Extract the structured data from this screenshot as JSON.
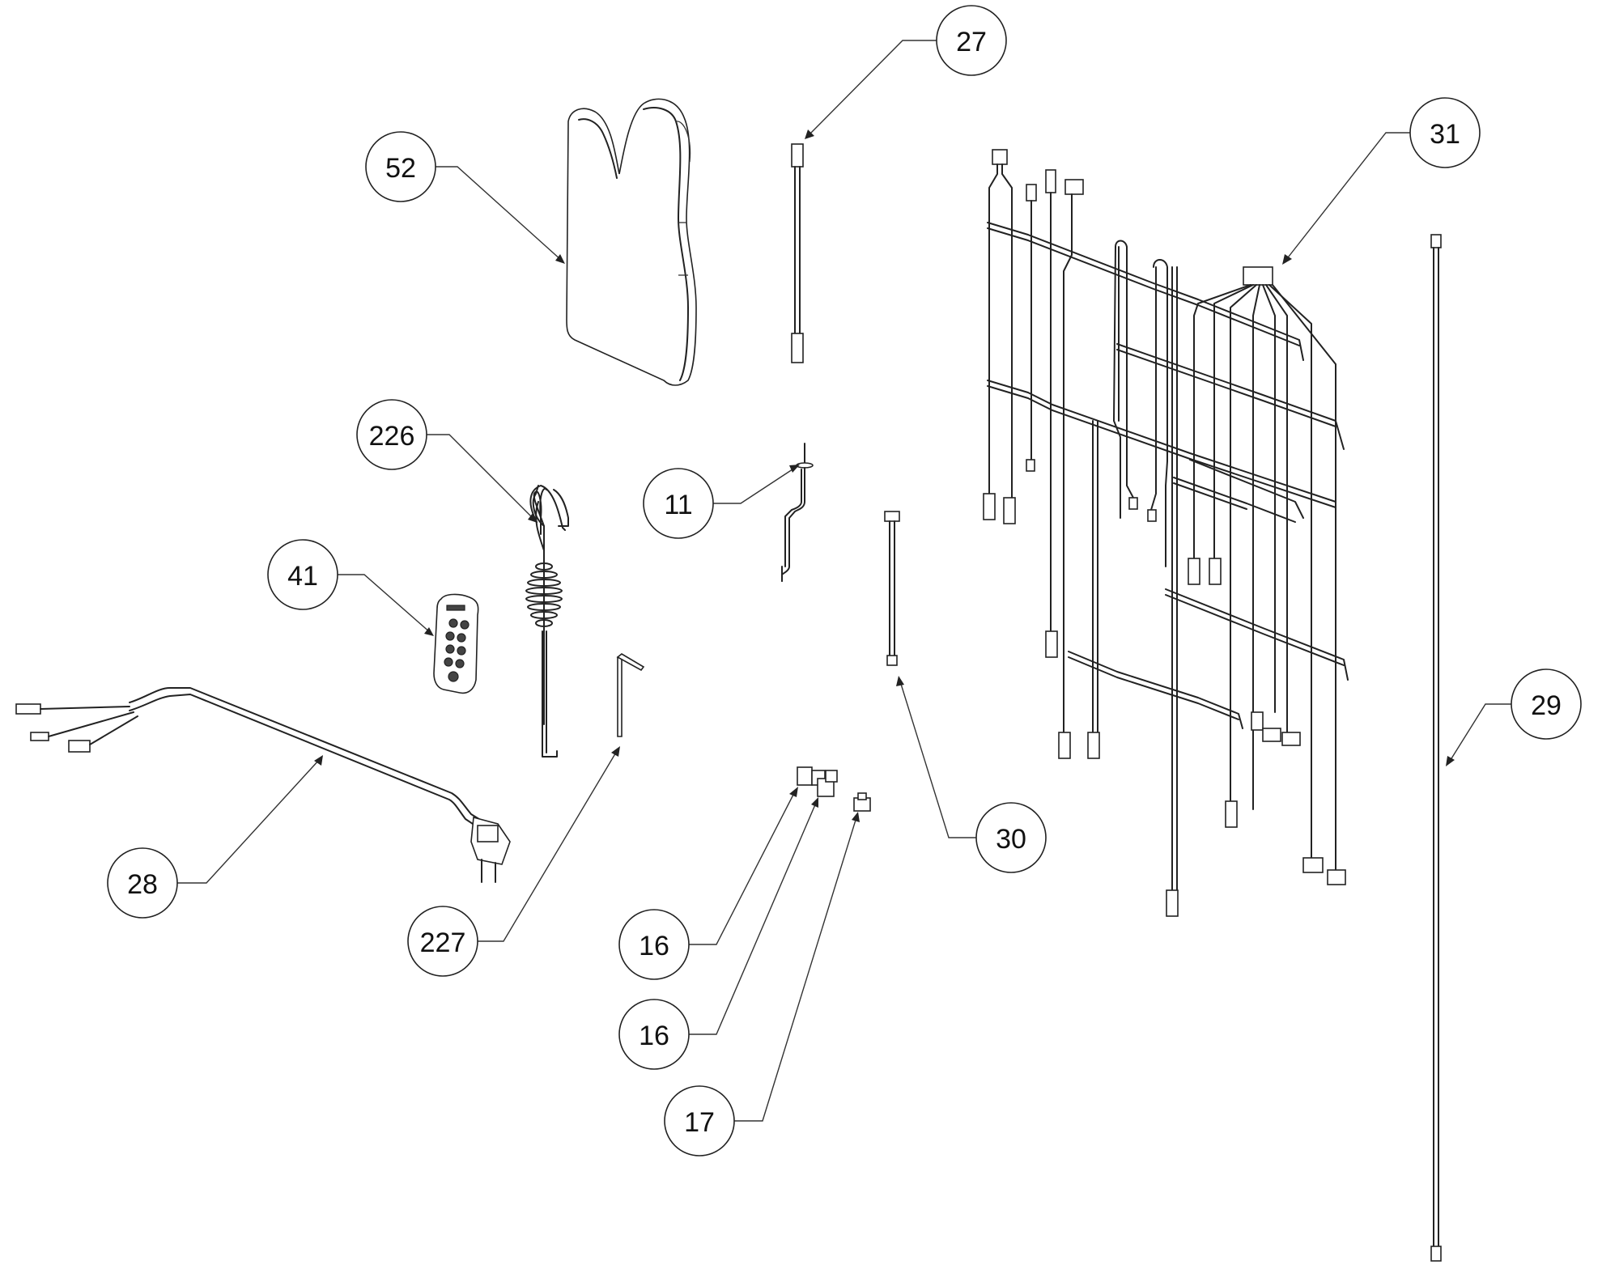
{
  "callouts": [
    {
      "id": "c27",
      "label": "27"
    },
    {
      "id": "c52",
      "label": "52"
    },
    {
      "id": "c31",
      "label": "31"
    },
    {
      "id": "c226",
      "label": "226"
    },
    {
      "id": "c11",
      "label": "11"
    },
    {
      "id": "c41",
      "label": "41"
    },
    {
      "id": "c29",
      "label": "29"
    },
    {
      "id": "c30",
      "label": "30"
    },
    {
      "id": "c28",
      "label": "28"
    },
    {
      "id": "c227",
      "label": "227"
    },
    {
      "id": "c16a",
      "label": "16"
    },
    {
      "id": "c16b",
      "label": "16"
    },
    {
      "id": "c17",
      "label": "17"
    }
  ]
}
